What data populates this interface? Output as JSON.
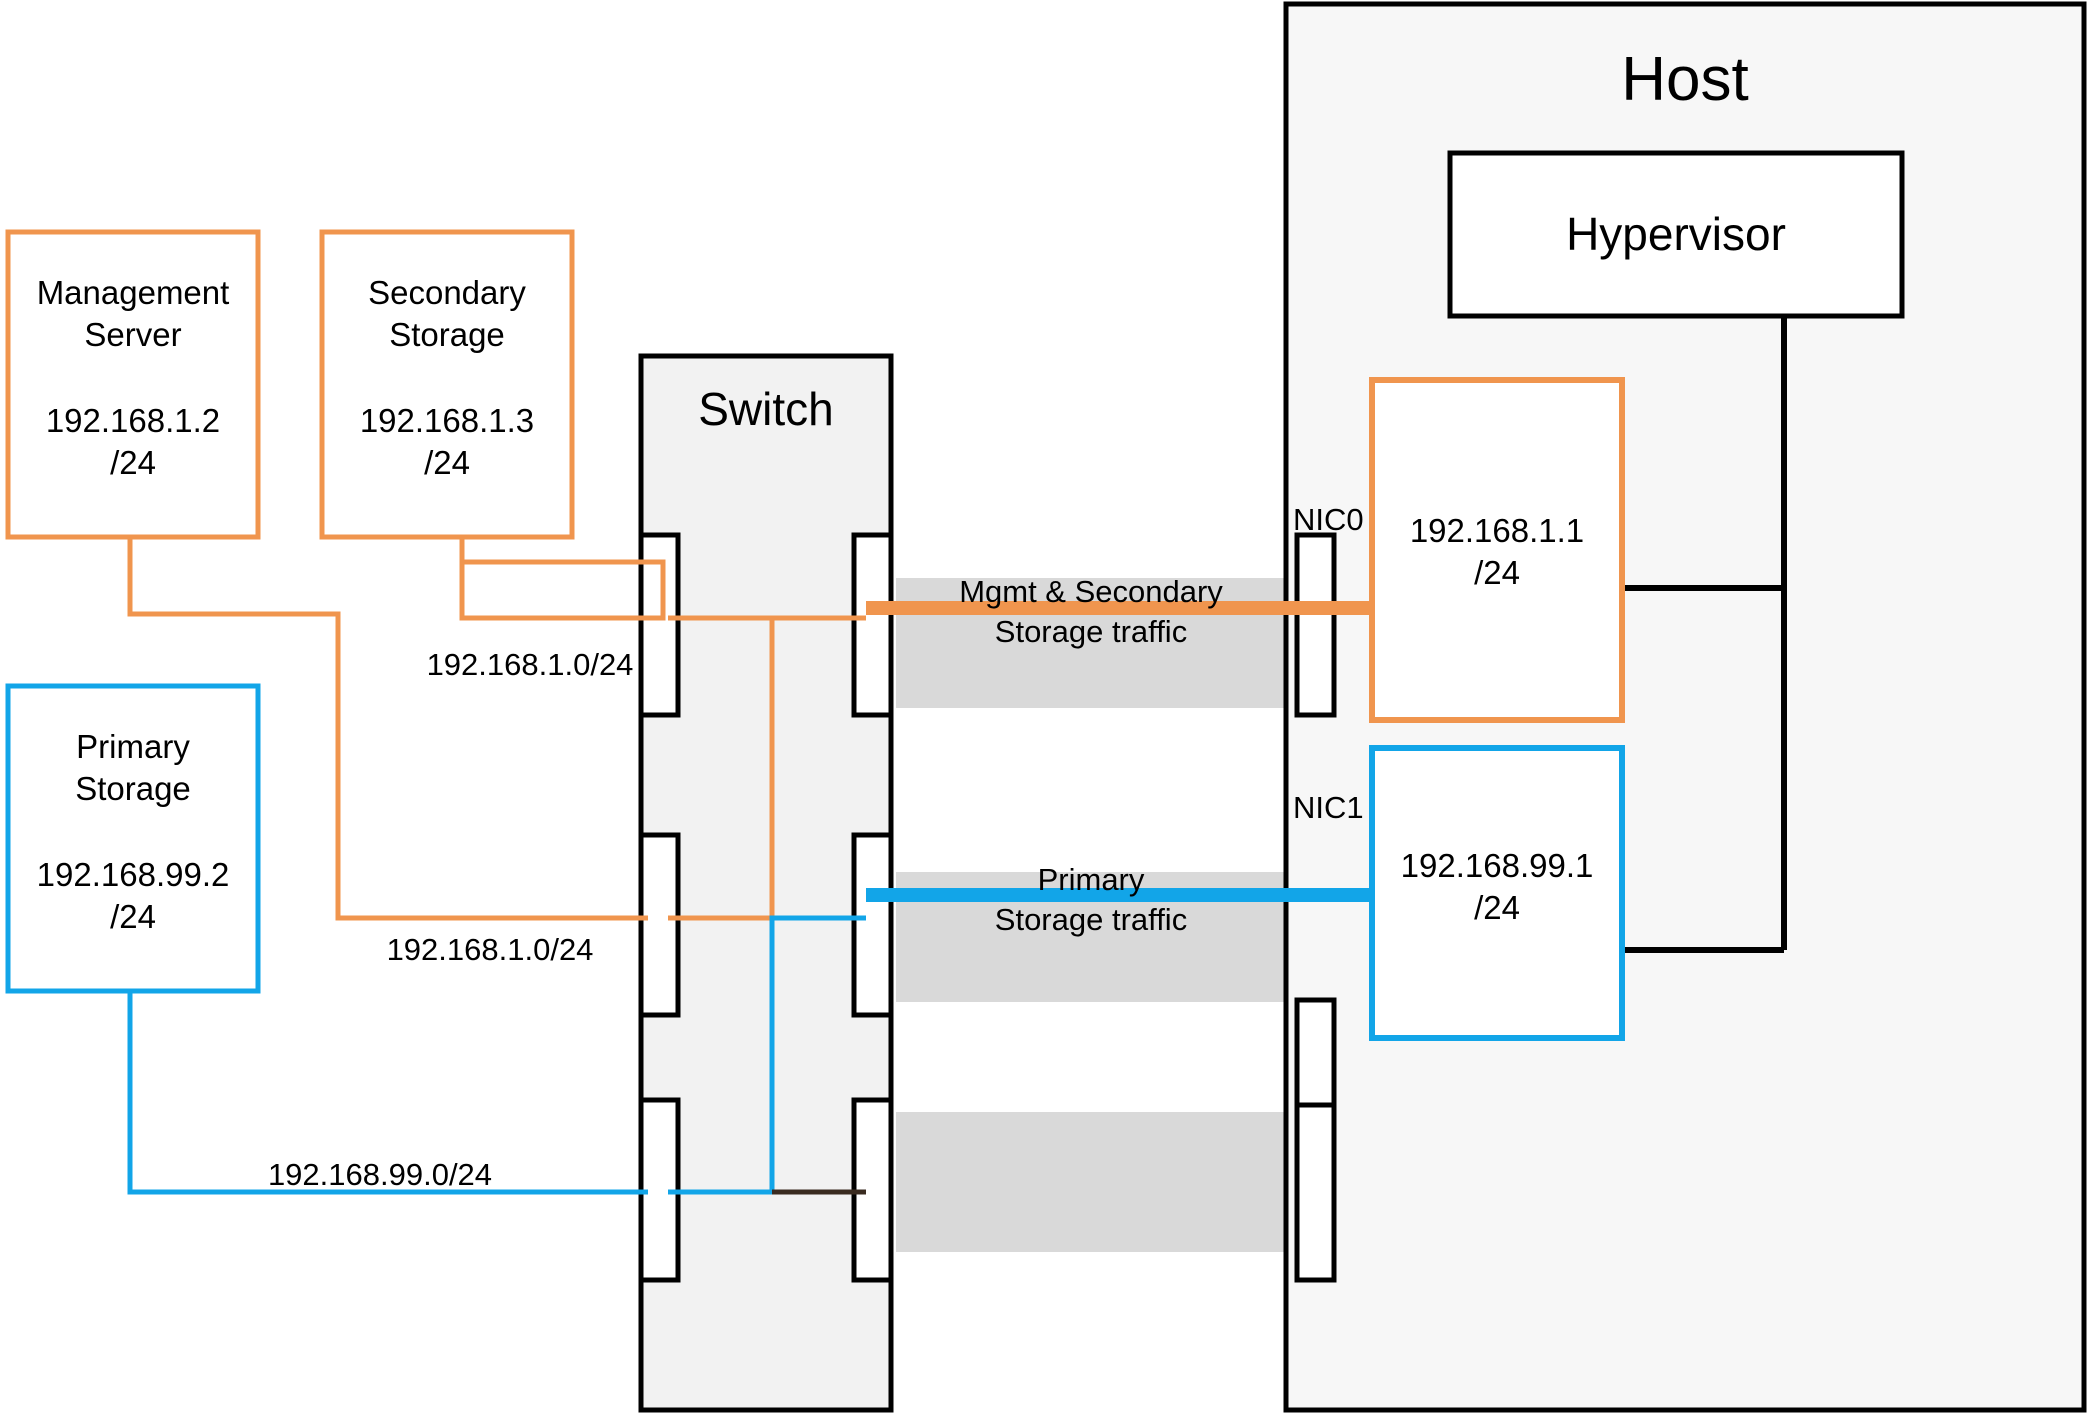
{
  "diagram": {
    "title_host": "Host",
    "title_switch": "Switch",
    "colors": {
      "orange": "#F0954E",
      "blue": "#12A5E8",
      "black": "#000000",
      "band_gray": "#D9D9D9",
      "panel_gray": "#F2F2F2"
    }
  },
  "nodes": {
    "management_server": {
      "name": "Management\nServer",
      "ip": "192.168.1.2\n/24",
      "color": "#F0954E"
    },
    "secondary_storage": {
      "name": "Secondary\nStorage",
      "ip": "192.168.1.3\n/24",
      "color": "#F0954E"
    },
    "primary_storage": {
      "name": "Primary\nStorage",
      "ip": "192.168.99.2\n/24",
      "color": "#12A5E8"
    },
    "switch": {
      "name": "Switch"
    },
    "host": {
      "name": "Host"
    },
    "hypervisor": {
      "name": "Hypervisor"
    },
    "nic0_ip": {
      "ip": "192.168.1.1\n/24",
      "color": "#F0954E"
    },
    "nic1_ip": {
      "ip": "192.168.99.1\n/24",
      "color": "#12A5E8"
    }
  },
  "ports": {
    "nic0_label": "NIC0",
    "nic1_label": "NIC1"
  },
  "subnet_labels": [
    {
      "text": "192.168.1.0/24"
    },
    {
      "text": "192.168.1.0/24"
    },
    {
      "text": "192.168.99.0/24"
    }
  ],
  "traffic_bands": [
    {
      "line1": "Mgmt & Secondary",
      "line2": "Storage traffic",
      "color": "#F0954E"
    },
    {
      "line1": "Primary",
      "line2": "Storage traffic",
      "color": "#12A5E8"
    },
    {
      "line1": "",
      "line2": "",
      "color": ""
    }
  ]
}
